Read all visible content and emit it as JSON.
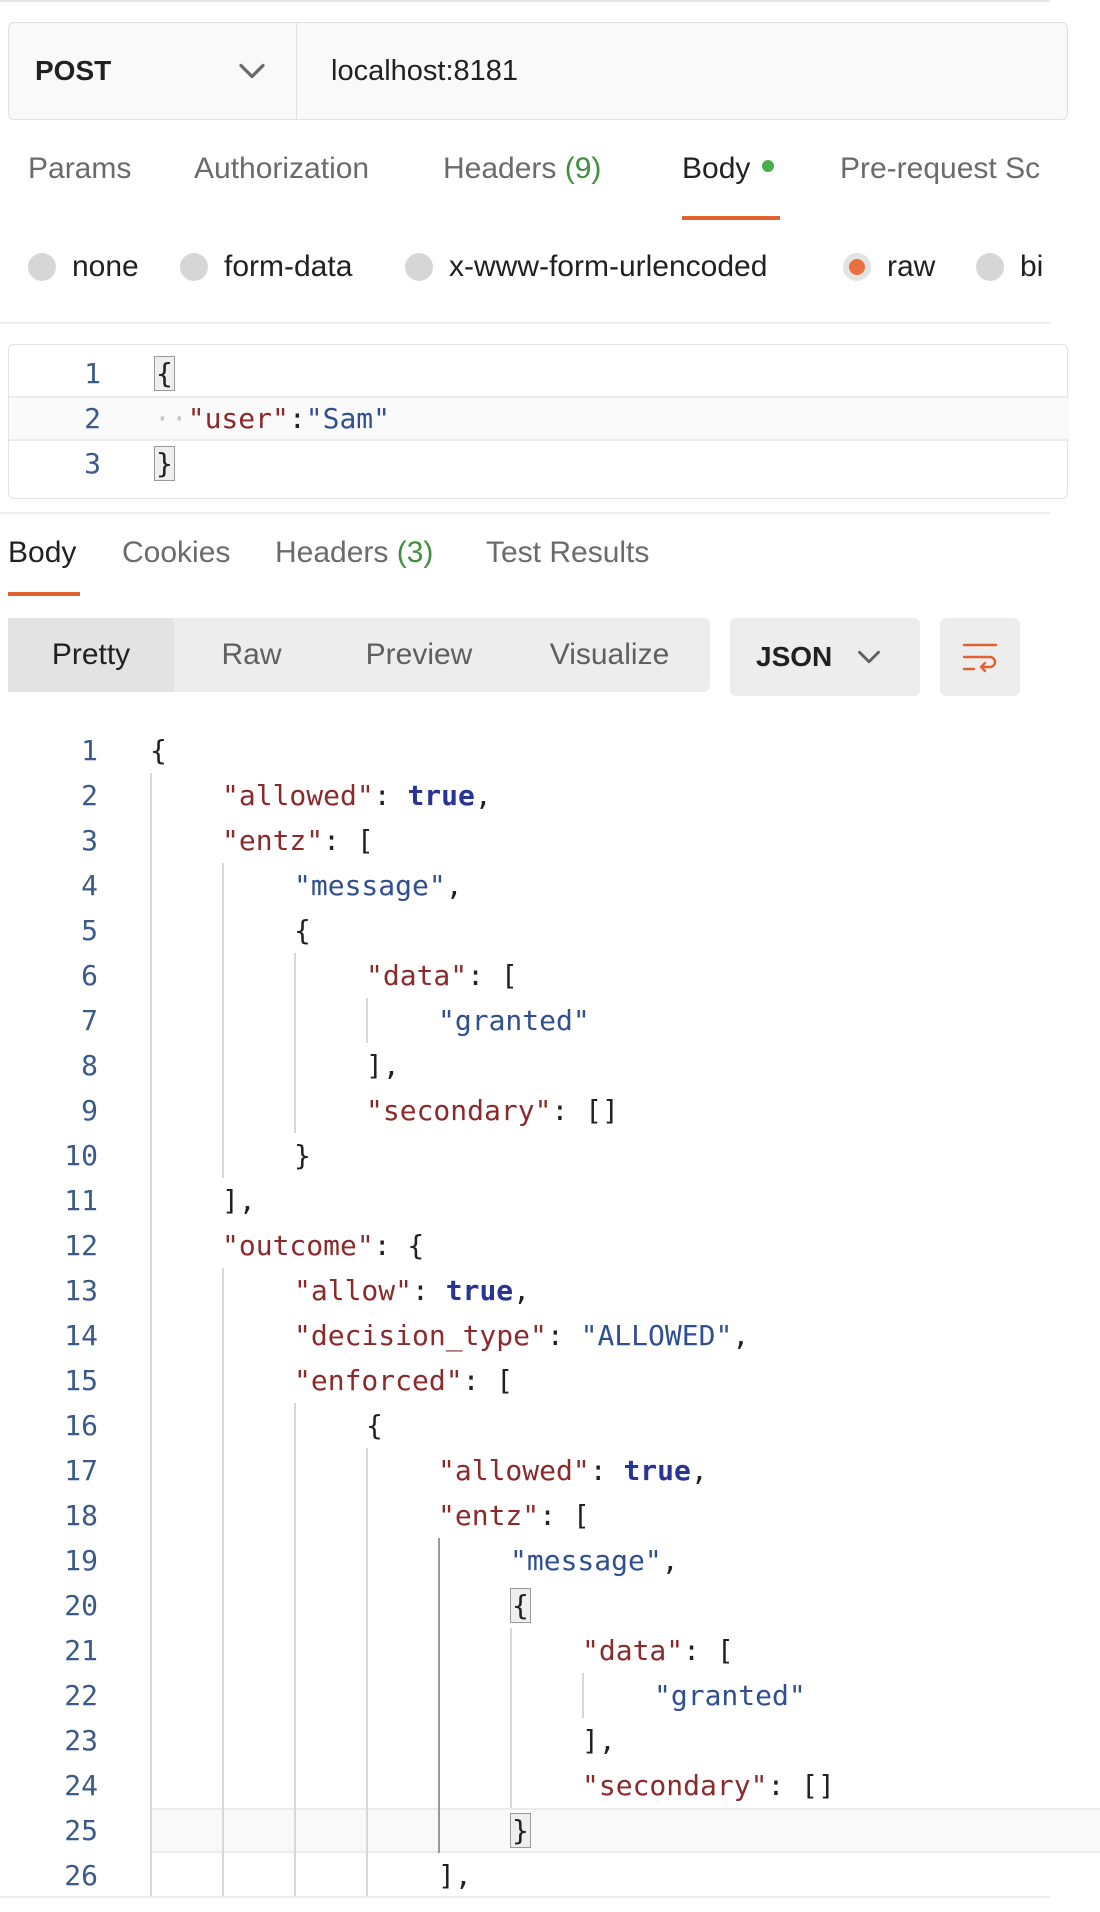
{
  "request": {
    "method": "POST",
    "url": "localhost:8181"
  },
  "tabs": [
    {
      "label": "Params"
    },
    {
      "label": "Authorization"
    },
    {
      "label": "Headers",
      "count": "(9)"
    },
    {
      "label": "Body",
      "active": true
    },
    {
      "label": "Pre-request Sc"
    }
  ],
  "body_types": [
    {
      "label": "none"
    },
    {
      "label": "form-data"
    },
    {
      "label": "x-www-form-urlencoded"
    },
    {
      "label": "raw",
      "selected": true
    },
    {
      "label": "bi"
    }
  ],
  "request_editor": {
    "line_numbers": [
      "1",
      "2",
      "3"
    ],
    "open_brace": "{",
    "key": "\"user\"",
    "colon": ":",
    "value": "\"Sam\"",
    "close_brace": "}"
  },
  "response_tabs": [
    {
      "label": "Body",
      "active": true
    },
    {
      "label": "Cookies"
    },
    {
      "label": "Headers",
      "count": "(3)"
    },
    {
      "label": "Test Results"
    }
  ],
  "view_modes": [
    "Pretty",
    "Raw",
    "Preview",
    "Visualize"
  ],
  "active_view_mode": "Pretty",
  "format": "JSON",
  "colors": {
    "accent": "#e1622e",
    "active_dot": "#47b04b",
    "json_key": "#8b2a2a",
    "json_string": "#2f4f8f",
    "json_bool": "#283593"
  },
  "response_lines": [
    {
      "n": "1",
      "depth": 0,
      "tokens": [
        {
          "t": "{",
          "c": "p"
        }
      ]
    },
    {
      "n": "2",
      "depth": 1,
      "tokens": [
        {
          "t": "\"allowed\"",
          "c": "k"
        },
        {
          "t": ": ",
          "c": "p"
        },
        {
          "t": "true",
          "c": "b"
        },
        {
          "t": ",",
          "c": "p"
        }
      ]
    },
    {
      "n": "3",
      "depth": 1,
      "tokens": [
        {
          "t": "\"entz\"",
          "c": "k"
        },
        {
          "t": ": [",
          "c": "p"
        }
      ]
    },
    {
      "n": "4",
      "depth": 2,
      "tokens": [
        {
          "t": "\"message\"",
          "c": "s"
        },
        {
          "t": ",",
          "c": "p"
        }
      ]
    },
    {
      "n": "5",
      "depth": 2,
      "tokens": [
        {
          "t": "{",
          "c": "p"
        }
      ]
    },
    {
      "n": "6",
      "depth": 3,
      "tokens": [
        {
          "t": "\"data\"",
          "c": "k"
        },
        {
          "t": ": [",
          "c": "p"
        }
      ]
    },
    {
      "n": "7",
      "depth": 4,
      "tokens": [
        {
          "t": "\"granted\"",
          "c": "s"
        }
      ]
    },
    {
      "n": "8",
      "depth": 3,
      "tokens": [
        {
          "t": "],",
          "c": "p"
        }
      ]
    },
    {
      "n": "9",
      "depth": 3,
      "tokens": [
        {
          "t": "\"secondary\"",
          "c": "k"
        },
        {
          "t": ": []",
          "c": "p"
        }
      ]
    },
    {
      "n": "10",
      "depth": 2,
      "tokens": [
        {
          "t": "}",
          "c": "p"
        }
      ]
    },
    {
      "n": "11",
      "depth": 1,
      "tokens": [
        {
          "t": "],",
          "c": "p"
        }
      ]
    },
    {
      "n": "12",
      "depth": 1,
      "tokens": [
        {
          "t": "\"outcome\"",
          "c": "k"
        },
        {
          "t": ": {",
          "c": "p"
        }
      ]
    },
    {
      "n": "13",
      "depth": 2,
      "tokens": [
        {
          "t": "\"allow\"",
          "c": "k"
        },
        {
          "t": ": ",
          "c": "p"
        },
        {
          "t": "true",
          "c": "b"
        },
        {
          "t": ",",
          "c": "p"
        }
      ]
    },
    {
      "n": "14",
      "depth": 2,
      "tokens": [
        {
          "t": "\"decision_type\"",
          "c": "k"
        },
        {
          "t": ": ",
          "c": "p"
        },
        {
          "t": "\"ALLOWED\"",
          "c": "s"
        },
        {
          "t": ",",
          "c": "p"
        }
      ]
    },
    {
      "n": "15",
      "depth": 2,
      "tokens": [
        {
          "t": "\"enforced\"",
          "c": "k"
        },
        {
          "t": ": [",
          "c": "p"
        }
      ]
    },
    {
      "n": "16",
      "depth": 3,
      "tokens": [
        {
          "t": "{",
          "c": "p"
        }
      ]
    },
    {
      "n": "17",
      "depth": 4,
      "tokens": [
        {
          "t": "\"allowed\"",
          "c": "k"
        },
        {
          "t": ": ",
          "c": "p"
        },
        {
          "t": "true",
          "c": "b"
        },
        {
          "t": ",",
          "c": "p"
        }
      ]
    },
    {
      "n": "18",
      "depth": 4,
      "tokens": [
        {
          "t": "\"entz\"",
          "c": "k"
        },
        {
          "t": ": [",
          "c": "p"
        }
      ]
    },
    {
      "n": "19",
      "depth": 5,
      "tokens": [
        {
          "t": "\"message\"",
          "c": "s"
        },
        {
          "t": ",",
          "c": "p"
        }
      ]
    },
    {
      "n": "20",
      "depth": 5,
      "tokens": [
        {
          "t": "{",
          "c": "p",
          "box": true
        }
      ]
    },
    {
      "n": "21",
      "depth": 6,
      "tokens": [
        {
          "t": "\"data\"",
          "c": "k"
        },
        {
          "t": ": [",
          "c": "p"
        }
      ]
    },
    {
      "n": "22",
      "depth": 7,
      "tokens": [
        {
          "t": "\"granted\"",
          "c": "s"
        }
      ]
    },
    {
      "n": "23",
      "depth": 6,
      "tokens": [
        {
          "t": "],",
          "c": "p"
        }
      ]
    },
    {
      "n": "24",
      "depth": 6,
      "tokens": [
        {
          "t": "\"secondary\"",
          "c": "k"
        },
        {
          "t": ": []",
          "c": "p"
        }
      ]
    },
    {
      "n": "25",
      "depth": 5,
      "tokens": [
        {
          "t": "}",
          "c": "p",
          "box": true
        }
      ],
      "cursor": true
    },
    {
      "n": "26",
      "depth": 4,
      "tokens": [
        {
          "t": "],",
          "c": "p"
        }
      ]
    }
  ]
}
